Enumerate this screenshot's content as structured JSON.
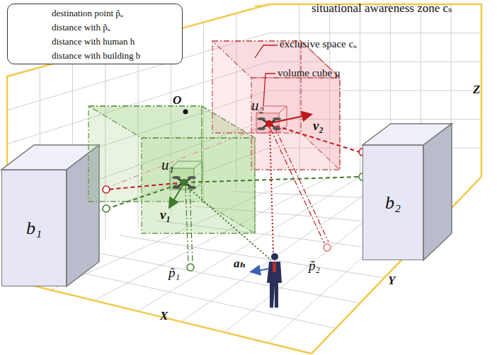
{
  "diagram": {
    "nodes": [
      {
        "text": [
          "b₁"
        ]
      },
      {
        "text": [
          "b₂"
        ]
      }
    ],
    "labels": [
      "situational awareness zone cₛ",
      "exclusive space cᵤ",
      "volume cube μ",
      "O",
      "Z",
      "u₂",
      "v₂",
      "u₁",
      "v₁",
      "p̃₁",
      "p̃₂",
      "aₕ",
      "X",
      "Y"
    ],
    "legend": [
      {
        "text": "destination point p̃ᵤ"
      },
      {
        "text": "distance with p̃ᵤ"
      },
      {
        "text": "distance with human h"
      },
      {
        "text": "distance with building b"
      }
    ]
  }
}
